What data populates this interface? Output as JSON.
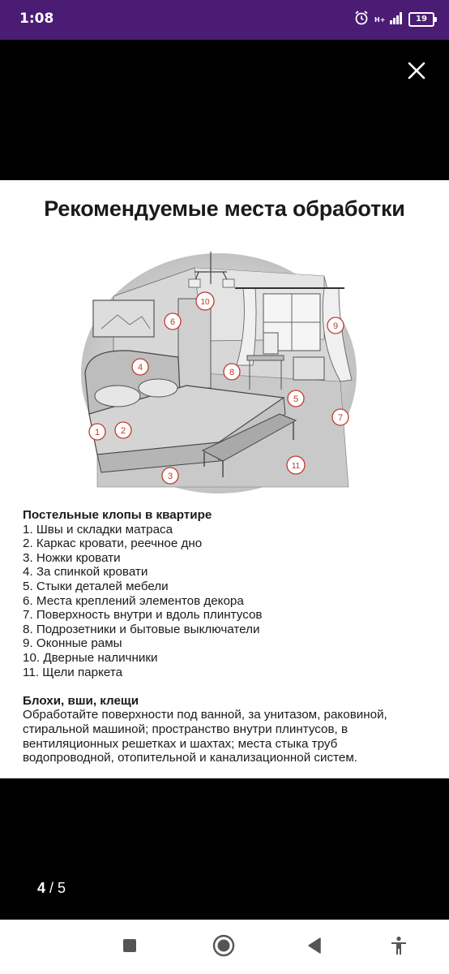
{
  "status_bar": {
    "time": "1:08",
    "battery": "19",
    "network": "H+"
  },
  "viewer": {
    "page_title": "Рекомендуемые места обработки",
    "current_page": "4",
    "total_pages": "5",
    "pager_separator": " / "
  },
  "illustration": {
    "markers": [
      "1",
      "2",
      "3",
      "4",
      "5",
      "6",
      "7",
      "8",
      "9",
      "10",
      "11"
    ]
  },
  "bedbugs": {
    "heading": "Постельные клопы в квартире",
    "items": [
      "1. Швы и складки матраса",
      "2. Каркас кровати, реечное дно",
      "3. Ножки кровати",
      "4. За спинкой кровати",
      "5. Стыки деталей мебели",
      "6. Места креплений элементов декора",
      "7. Поверхность внутри и вдоль плинтусов",
      "8. Подрозетники и бытовые выключатели",
      "9. Оконные рамы",
      "10. Дверные наличники",
      "11. Щели паркета"
    ]
  },
  "fleas": {
    "heading": "Блохи, вши, клещи",
    "text": "Обработайте поверхности под ванной, за унитазом, раковиной, стиральной машиной; пространство внутри плинтусов, в вентиляционных решетках и шахтах; места стыка труб водопроводной, отопительной и канализационной систем."
  },
  "colors": {
    "status_bar": "#4a1c74",
    "marker": "#c0392b"
  },
  "icons": {
    "close": "close-icon",
    "alarm": "alarm-icon",
    "signal": "signal-icon",
    "battery": "battery-icon",
    "nav_recents": "recents-square-icon",
    "nav_home": "home-circle-icon",
    "nav_back": "back-triangle-icon",
    "accessibility": "accessibility-icon"
  }
}
